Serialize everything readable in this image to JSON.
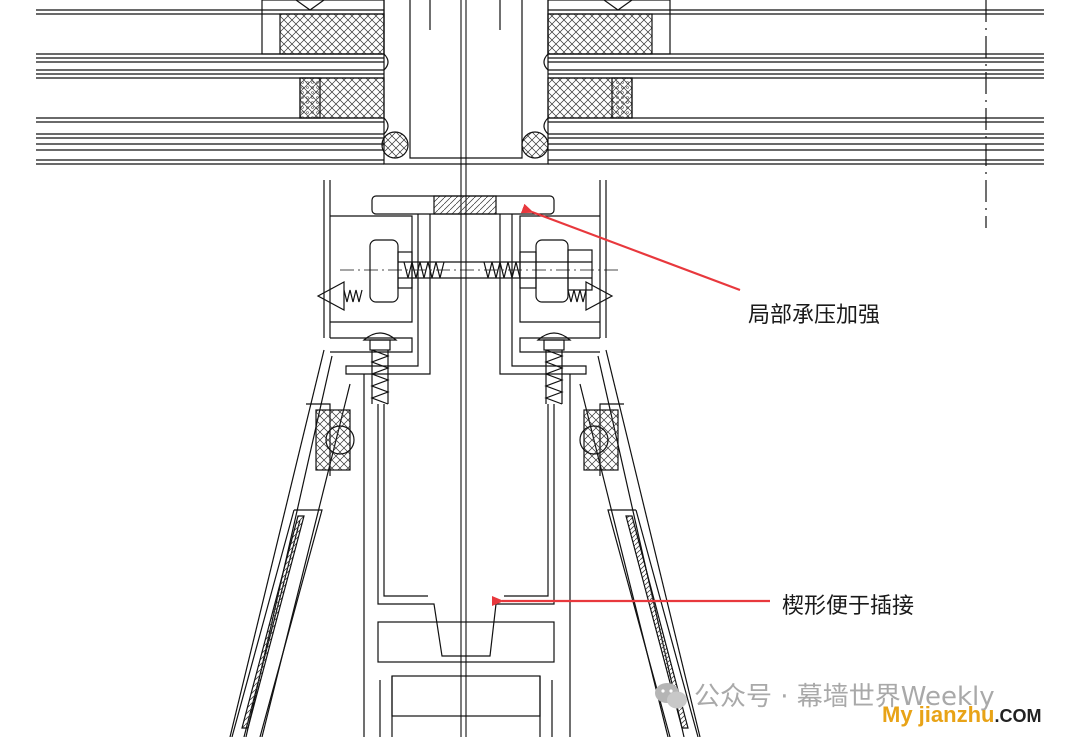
{
  "annotations": [
    {
      "id": "local-reinforcement",
      "text": "局部承压加强"
    },
    {
      "id": "wedge-insertion",
      "text": "楔形便于插接"
    }
  ],
  "watermark": {
    "text": "公众号 · 幕墙世界Weekly"
  },
  "site_logo": {
    "part1": "My jianzhu",
    "part2": ".COM"
  },
  "colors": {
    "line": "#111111",
    "arrow": "#e8383d",
    "hatch": "#333333",
    "watermark": "#a9a9a9",
    "logo_accent": "#e8a317"
  }
}
